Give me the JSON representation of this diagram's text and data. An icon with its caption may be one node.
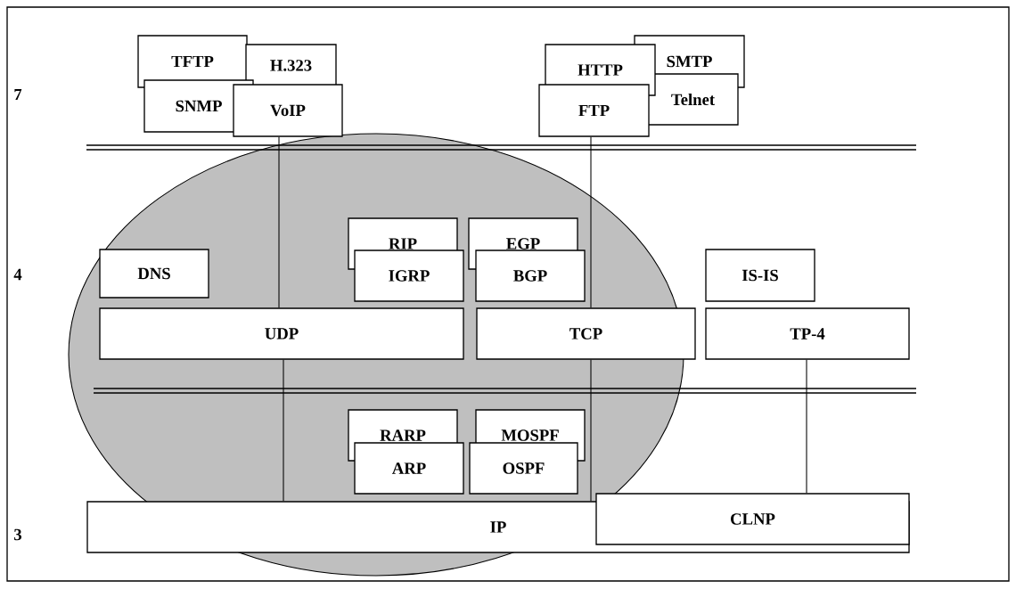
{
  "diagram": {
    "nodes": [
      {
        "text": [
          "TFTP"
        ]
      },
      {
        "text": [
          "H.323"
        ]
      },
      {
        "text": [
          "SNMP"
        ]
      },
      {
        "text": [
          "VoIP"
        ]
      },
      {
        "text": [
          "HTTP"
        ]
      },
      {
        "text": [
          "SMTP"
        ]
      },
      {
        "text": [
          "FTP"
        ]
      },
      {
        "text": [
          "Telnet"
        ]
      },
      {
        "text": [
          "RIP"
        ]
      },
      {
        "text": [
          "EGP"
        ]
      },
      {
        "text": [
          "DNS"
        ]
      },
      {
        "text": [
          "IGRP"
        ]
      },
      {
        "text": [
          "BGP"
        ]
      },
      {
        "text": [
          "IS-IS"
        ]
      },
      {
        "text": [
          "UDP"
        ]
      },
      {
        "text": [
          "TCP"
        ]
      },
      {
        "text": [
          "TP-4"
        ]
      },
      {
        "text": [
          "RARP"
        ]
      },
      {
        "text": [
          "MOSPF"
        ]
      },
      {
        "text": [
          "ARP"
        ]
      },
      {
        "text": [
          "OSPF"
        ]
      },
      {
        "text": [
          "IP"
        ]
      },
      {
        "text": [
          "CLNP"
        ]
      }
    ],
    "edges": [
      {
        "from": 3,
        "to": 14,
        "arrow": "none"
      },
      {
        "from": 6,
        "to": 15,
        "arrow": "none"
      },
      {
        "from": 14,
        "to": 21,
        "arrow": "none"
      },
      {
        "from": 15,
        "to": 21,
        "arrow": "none"
      },
      {
        "from": 16,
        "to": 22,
        "arrow": "none"
      }
    ],
    "labels": [
      "7",
      "4",
      "3"
    ]
  }
}
